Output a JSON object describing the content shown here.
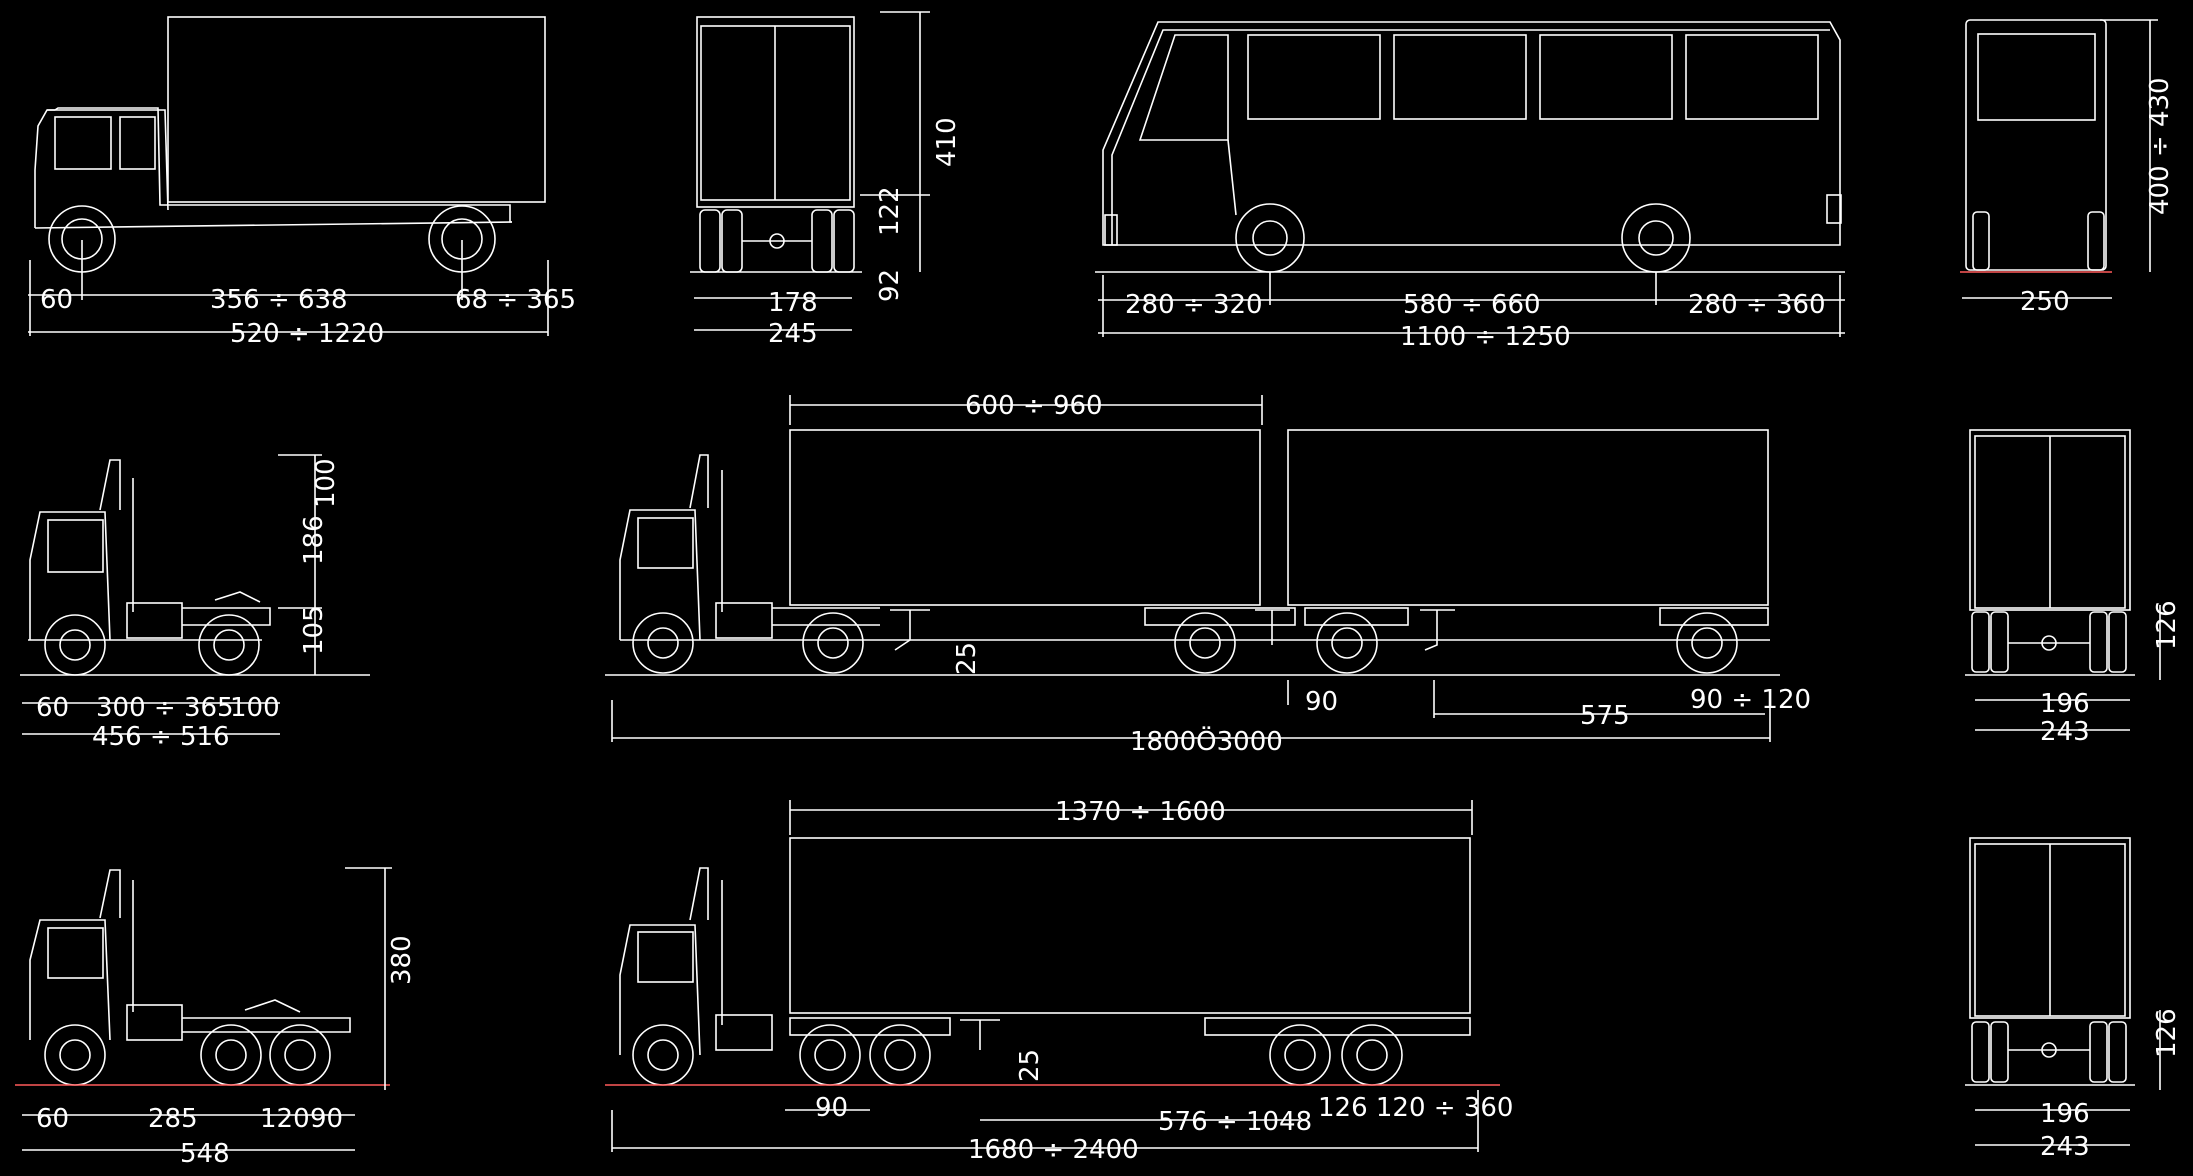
{
  "colors": {
    "background": "#000000",
    "lines": "#ffffff",
    "ground_line": "#ff5a5a"
  },
  "dims": {
    "box_truck": {
      "front": "60",
      "wheelbase": "356 ÷ 638",
      "rear": "68 ÷ 365",
      "overall": "520 ÷ 1220"
    },
    "box_rear": {
      "height": "410",
      "body_clear": "122",
      "ground": "92",
      "track": "178",
      "width": "245"
    },
    "bus": {
      "front": "280 ÷ 320",
      "wheelbase": "580 ÷ 660",
      "rear": "280 ÷ 360",
      "overall": "1100 ÷ 1250"
    },
    "bus_rear": {
      "height": "400 ÷ 430",
      "width": "250"
    },
    "tractor": {
      "top": "100",
      "middle": "186",
      "low": "105",
      "front": "60",
      "wheelbase": "300 ÷ 365",
      "rear": "100",
      "overall": "456 ÷ 516"
    },
    "double": {
      "trailer_len": "600 ÷ 960",
      "gap": "25",
      "tow": "90",
      "mid": "575",
      "rear": "90 ÷ 120",
      "overall": "1800Ö3000"
    },
    "trailer_rear_1": {
      "height": "126",
      "track": "196",
      "width": "243"
    },
    "tractor3": {
      "height": "380",
      "front": "60",
      "wheelbase": "285",
      "tandem": "120",
      "rear": "90",
      "overall": "548"
    },
    "semi": {
      "trailer_len": "1370 ÷ 1600",
      "gap": "25",
      "tandem": "90",
      "kingpin": "576 ÷ 1048",
      "rear": "126 120 ÷ 360",
      "overall": "1680 ÷ 2400"
    },
    "trailer_rear_2": {
      "height": "126",
      "track": "196",
      "width": "243"
    }
  }
}
